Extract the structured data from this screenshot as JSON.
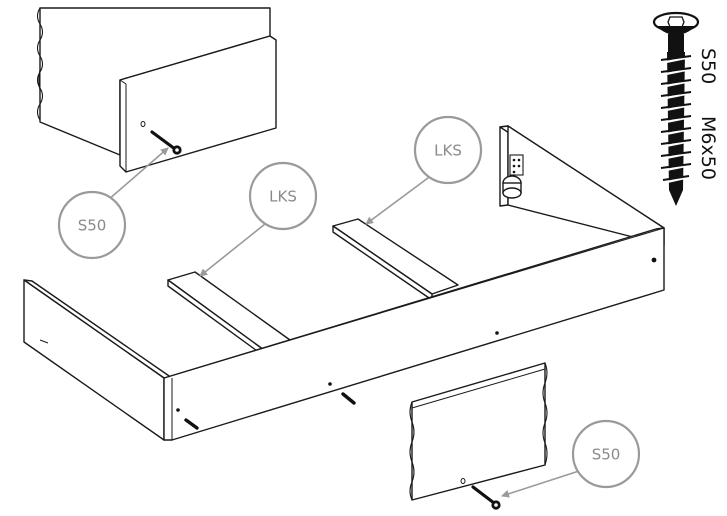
{
  "callouts": {
    "screw_s50_top": "S50",
    "slat_lks_left": "LKS",
    "slat_lks_right": "LKS",
    "screw_s50_bottom": "S50"
  },
  "screw_spec": {
    "code": "S50",
    "size": "M6x50"
  },
  "colors": {
    "line": "#1a1a1a",
    "callout": "#9a9a9a",
    "callout_text": "#8a8a8a",
    "background": "#ffffff"
  },
  "icons": [
    "screw-icon",
    "bolt-icon",
    "bracket-icon"
  ]
}
